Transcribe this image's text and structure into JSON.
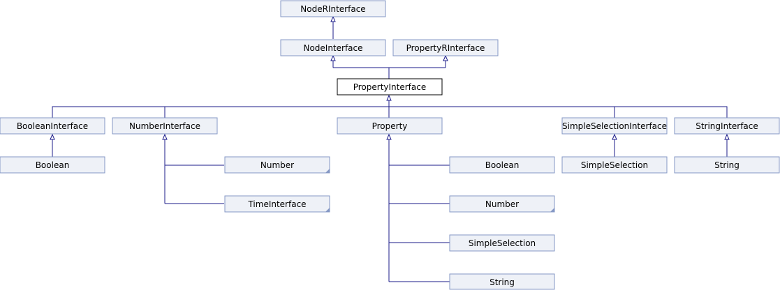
{
  "nodes": {
    "node_r_interface": "NodeRInterface",
    "node_interface": "NodeInterface",
    "property_r_interface": "PropertyRInterface",
    "property_interface": "PropertyInterface",
    "boolean_interface": "BooleanInterface",
    "number_interface": "NumberInterface",
    "property": "Property",
    "simple_selection_interface": "SimpleSelectionInterface",
    "string_interface": "StringInterface",
    "boolean_left": "Boolean",
    "number_under_interface": "Number",
    "time_interface": "TimeInterface",
    "boolean_under_property": "Boolean",
    "number_under_property": "Number",
    "simple_selection_under_property": "SimpleSelection",
    "string_under_property": "String",
    "simple_selection_right": "SimpleSelection",
    "string_right": "String"
  },
  "colors": {
    "box_fill": "#eef1f7",
    "box_border": "#8497c4",
    "focus_border": "#000000",
    "edge": "#1b1b8a"
  }
}
